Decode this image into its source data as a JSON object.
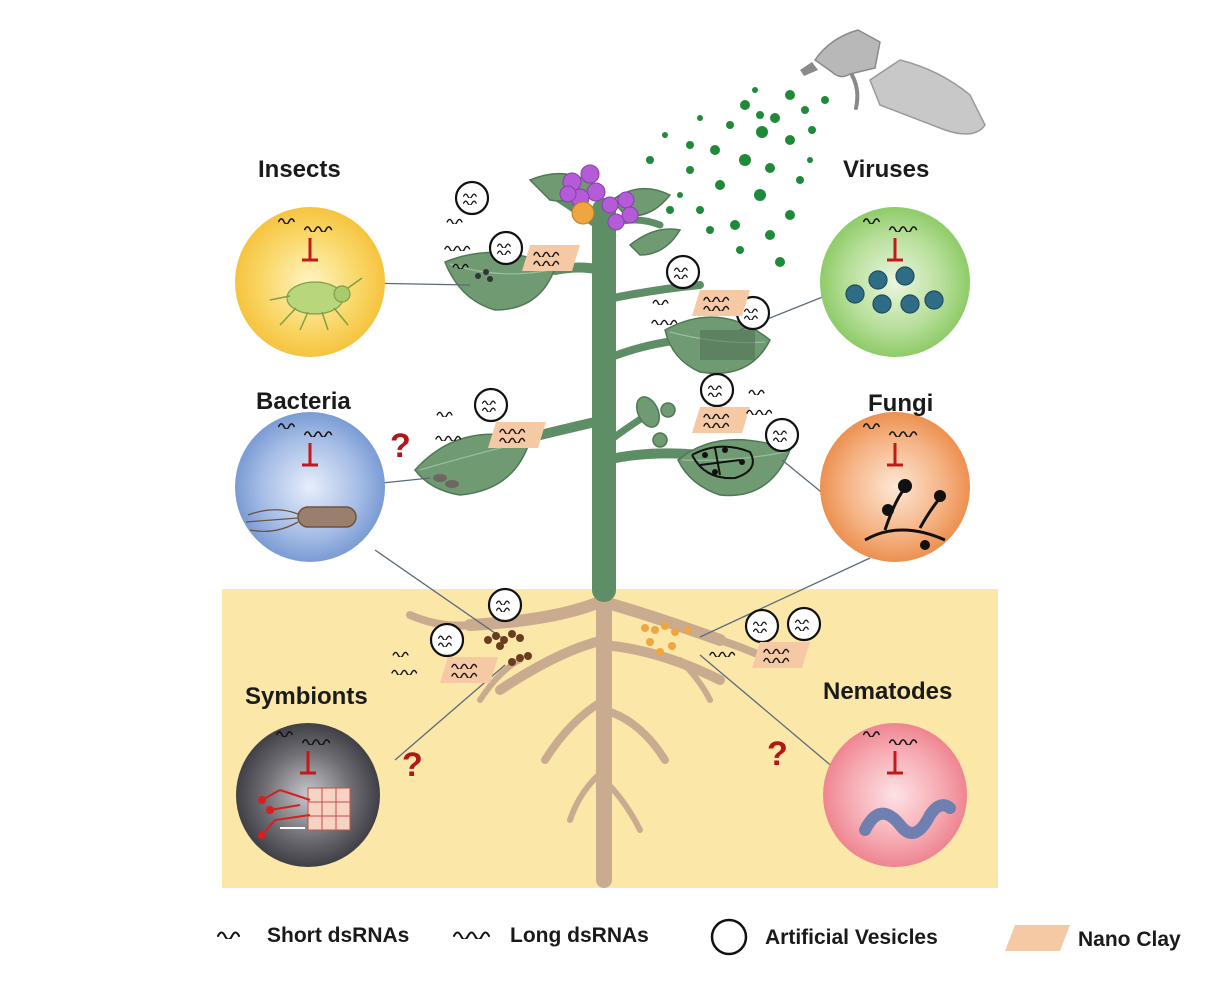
{
  "labels": {
    "insects": "Insects",
    "viruses": "Viruses",
    "bacteria": "Bacteria",
    "fungi": "Fungi",
    "symbionts": "Symbionts",
    "nematodes": "Nematodes"
  },
  "question_mark": "?",
  "legend": {
    "short": "Short dsRNAs",
    "long": "Long dsRNAs",
    "vesicles": "Artificial Vesicles",
    "clay": "Nano Clay"
  },
  "colors": {
    "soil": "#fbe7a8",
    "stem": "#5e8e66",
    "leaf": "#6f9a72",
    "root": "#c9ac8f",
    "insects_circle": "#f7c84a",
    "viruses_circle": "#9bd077",
    "bacteria_circle": "#7f9fd6",
    "fungi_circle": "#ef9a5a",
    "symbionts_circle": "#4a4a4f",
    "nematodes_circle": "#f08a94",
    "nano_clay": "#f6c9a5",
    "inhibit": "#c21a1a",
    "spray": "#1f8a3a"
  }
}
